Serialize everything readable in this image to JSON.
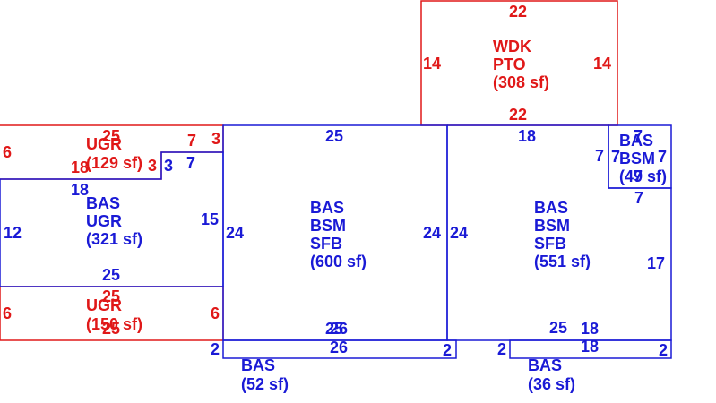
{
  "colors": {
    "blue_lines": "#1a1ad6",
    "red_lines": "#e01818",
    "background": "#ffffff"
  },
  "areas": {
    "wdk": {
      "lines": [
        "WDK",
        "PTO",
        "(308 sf)"
      ],
      "dims": {
        "top": "22",
        "left": "14",
        "right": "14",
        "bottom": "22"
      }
    },
    "ugr_top": {
      "lines": [
        "UGR",
        "(129 sf)"
      ],
      "dims": {
        "top": "25",
        "left": "6",
        "right": "3",
        "step": "7",
        "bottom": "18",
        "inner": "3"
      }
    },
    "bas_left": {
      "lines": [
        "BAS",
        "UGR",
        "(321 sf)"
      ],
      "dims": {
        "top": "18",
        "left": "12",
        "right": "15",
        "bottom": "25",
        "step": "7",
        "notch": "3"
      }
    },
    "ugr_bottom": {
      "lines": [
        "UGR",
        "(150 sf)"
      ],
      "dims": {
        "top": "25",
        "left": "6",
        "right": "6",
        "bottom": "25"
      }
    },
    "bas_center": {
      "lines": [
        "BAS",
        "BSM",
        "SFB",
        "(600 sf)"
      ],
      "dims": {
        "top": "25",
        "left": "24",
        "right": "24",
        "bottom_a": "25",
        "bottom_b": "26"
      }
    },
    "bas_right": {
      "lines": [
        "BAS",
        "BSM",
        "SFB",
        "(551 sf)"
      ],
      "dims": {
        "top": "18",
        "left": "24",
        "right": "17",
        "bottom_a": "25",
        "bottom_b": "18",
        "notch_left": "7",
        "notch_bottom": "7"
      }
    },
    "bas_small": {
      "lines": [
        "BAS",
        "BSM",
        "(49 sf)"
      ],
      "dims": {
        "top": "7",
        "left": "7",
        "right": "7",
        "bottom": "7"
      }
    },
    "bas_52": {
      "lines": [
        "BAS",
        "(52 sf)"
      ],
      "dims": {
        "top": "26",
        "left": "2",
        "right": "2"
      }
    },
    "bas_36": {
      "lines": [
        "BAS",
        "(36 sf)"
      ],
      "dims": {
        "top": "18",
        "left": "2",
        "right": "2"
      }
    }
  }
}
